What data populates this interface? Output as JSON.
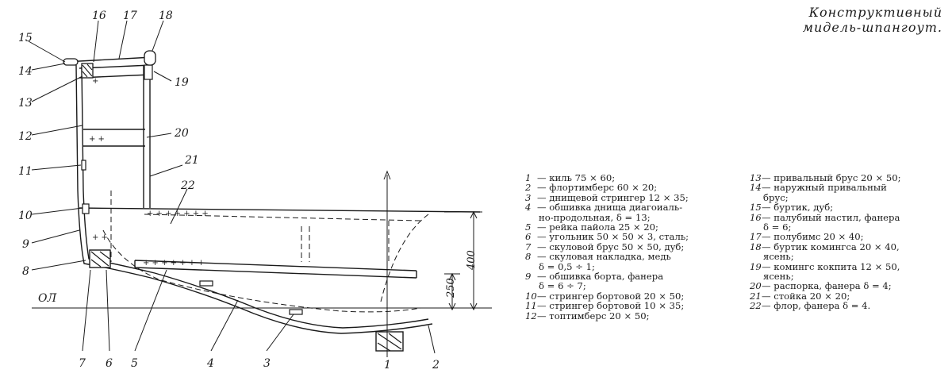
{
  "title": {
    "line1": "Конструктивный",
    "line2": "мидель-шпангоут."
  },
  "drawing": {
    "waterline_label": "ОЛ",
    "dim_400": "400",
    "dim_250": "250",
    "callouts": [
      "1",
      "2",
      "3",
      "4",
      "5",
      "6",
      "7",
      "8",
      "9",
      "10",
      "11",
      "12",
      "13",
      "14",
      "15",
      "16",
      "17",
      "18",
      "19",
      "20",
      "21",
      "22"
    ]
  },
  "legend_left": [
    {
      "num": "1",
      "text": "— киль 75 × 60;"
    },
    {
      "num": "2",
      "text": "— флортимберс 60 × 20;"
    },
    {
      "num": "3",
      "text": "— днищевой стрингер 12 × 35;"
    },
    {
      "num": "4",
      "text": "— обшивка днища диагоиаль-",
      "cont": "но-продольная, δ = 13;"
    },
    {
      "num": "5",
      "text": "— рейка пайола 25 × 20;"
    },
    {
      "num": "6",
      "text": "— угольник 50 × 50 × 3, сталь;"
    },
    {
      "num": "7",
      "text": "— скуловой брус 50 × 50, дуб;"
    },
    {
      "num": "8",
      "text": "— скуловая накладка, медь",
      "cont": "δ = 0,5 ÷ 1;"
    },
    {
      "num": "9",
      "text": "— обшивка борта, фанера",
      "cont": "δ = 6 ÷ 7;"
    },
    {
      "num": "10",
      "text": "— стрингер бортовой 20 × 50;"
    },
    {
      "num": "11",
      "text": "— стрингер бортовой 10 × 35;"
    },
    {
      "num": "12",
      "text": "— топтимберс 20 × 50;"
    }
  ],
  "legend_right": [
    {
      "num": "13",
      "text": "— привальный брус 20 × 50;"
    },
    {
      "num": "14",
      "text": "— наружный привальный",
      "cont": "брус;"
    },
    {
      "num": "15",
      "text": "— буртик, дуб;"
    },
    {
      "num": "16",
      "text": "— палубиый настил, фанера",
      "cont": "δ = 6;"
    },
    {
      "num": "17",
      "text": "— полубимс 20 × 40;"
    },
    {
      "num": "18",
      "text": "— буртик комингса 20 × 40,",
      "cont": "ясень;"
    },
    {
      "num": "19",
      "text": "— комингс кокпита 12 × 50,",
      "cont": "ясень;"
    },
    {
      "num": "20",
      "text": "— распорка, фанера δ = 4;"
    },
    {
      "num": "21",
      "text": "— стойка 20 × 20;"
    },
    {
      "num": "22",
      "text": "— флор, фанера δ = 4."
    }
  ]
}
